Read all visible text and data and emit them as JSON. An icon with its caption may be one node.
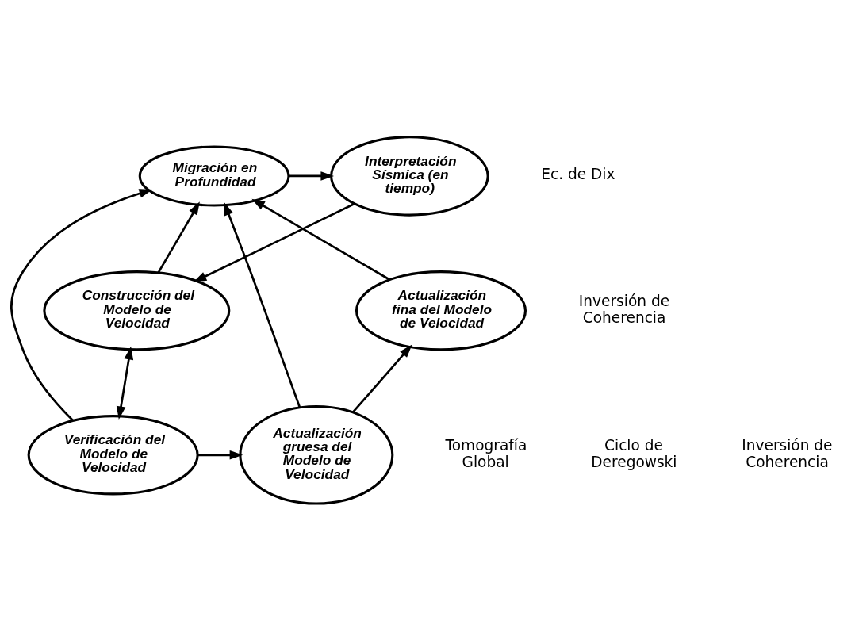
{
  "diagram": {
    "nodes": [
      {
        "text": [
          "Migración en Profundidad"
        ]
      },
      {
        "text": [
          "Interpretación Sísmica (en tiempo)"
        ]
      },
      {
        "text": [
          "Construcción del Modelo de Velocidad"
        ]
      },
      {
        "text": [
          "Actualización fina del Modelo de Velocidad"
        ]
      },
      {
        "text": [
          "Verificación del Modelo de Velocidad"
        ]
      },
      {
        "text": [
          "Actualización gruesa del Modelo de Velocidad"
        ]
      }
    ],
    "edges": [
      {
        "from": 0,
        "to": 1,
        "arrow": "to"
      },
      {
        "from": 1,
        "to": 2,
        "arrow": "to"
      },
      {
        "from": 2,
        "to": 0,
        "arrow": "to"
      },
      {
        "from": 4,
        "to": 2,
        "arrow": "both"
      },
      {
        "from": 4,
        "to": 0,
        "arrow": "to"
      },
      {
        "from": 4,
        "to": 5,
        "arrow": "to"
      },
      {
        "from": 5,
        "to": 3,
        "arrow": "to"
      },
      {
        "from": 5,
        "to": 0,
        "arrow": "to"
      },
      {
        "from": 3,
        "to": 0,
        "arrow": "to"
      }
    ],
    "labels": [
      "Ec. de Dix",
      "Inversión de Coherencia",
      "Tomografía Global",
      "Ciclo de Deregowski",
      "Inversión de Coherencia"
    ]
  }
}
